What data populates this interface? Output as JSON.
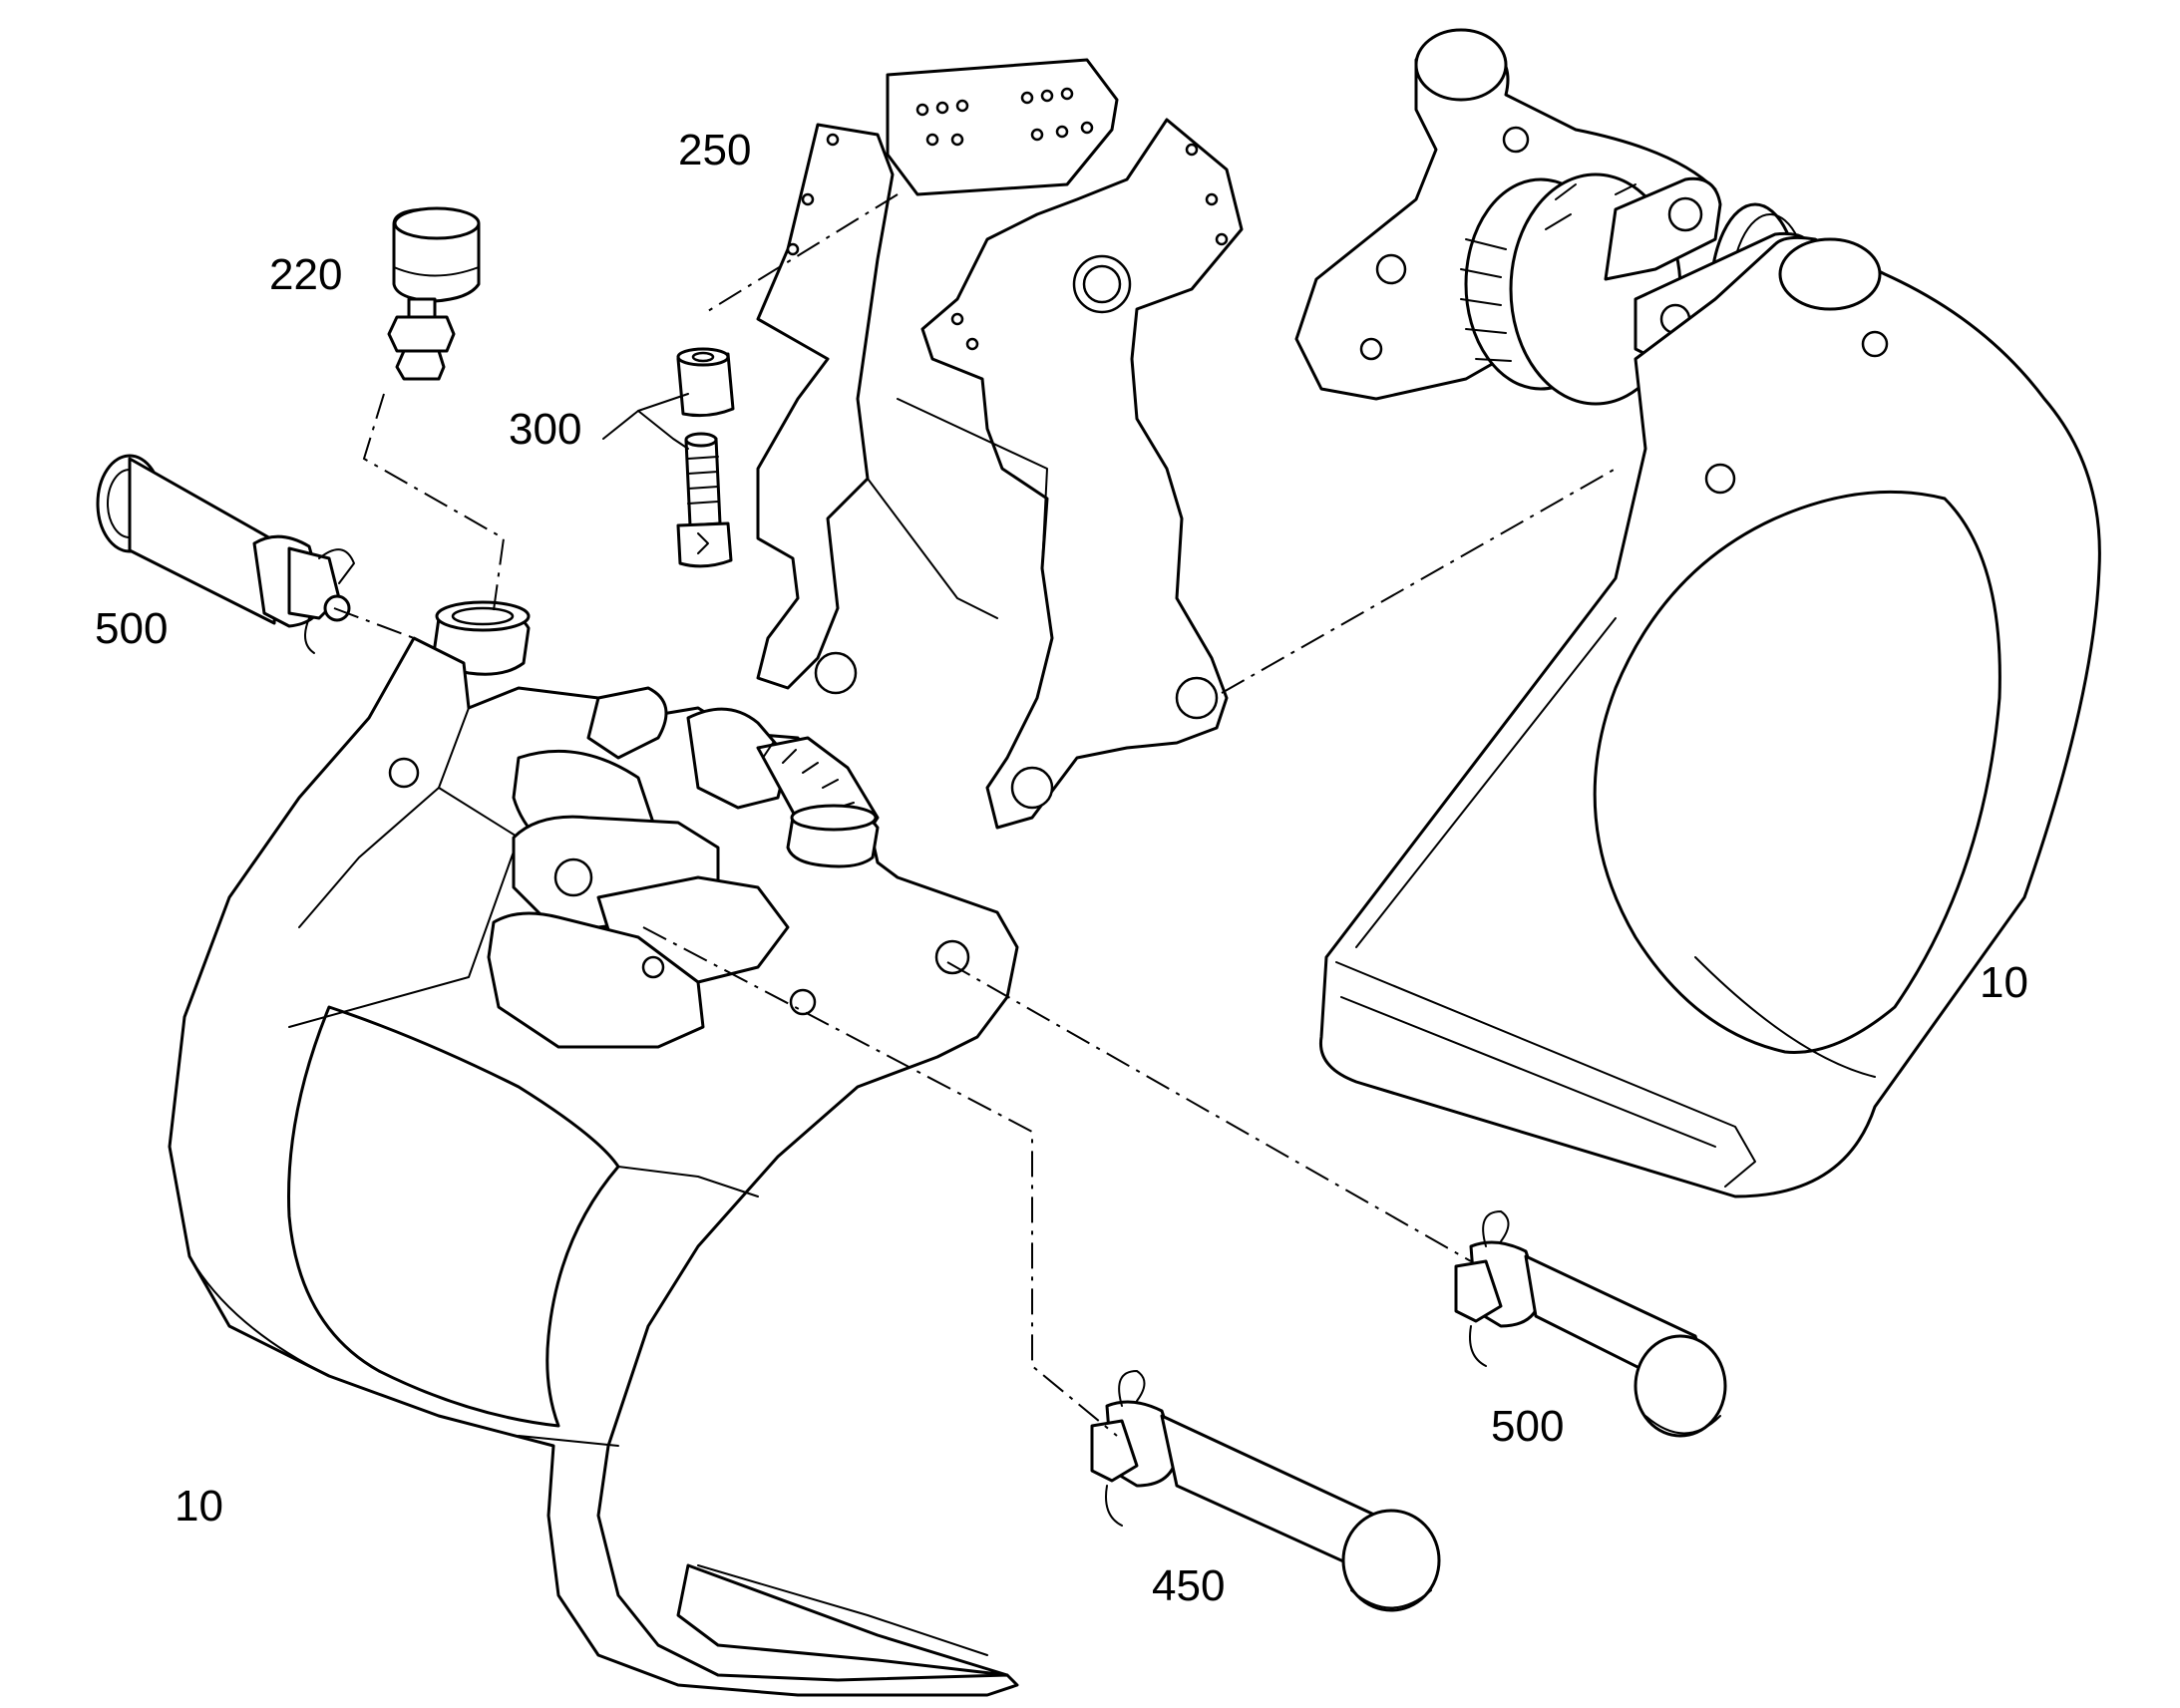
{
  "labels": {
    "p250": "250",
    "p220": "220",
    "p300": "300",
    "p500_left": "500",
    "p500_right": "500",
    "p10_right": "10",
    "p10_left": "10",
    "p450": "450"
  },
  "colors": {
    "line": "#000000",
    "background": "#ffffff"
  }
}
